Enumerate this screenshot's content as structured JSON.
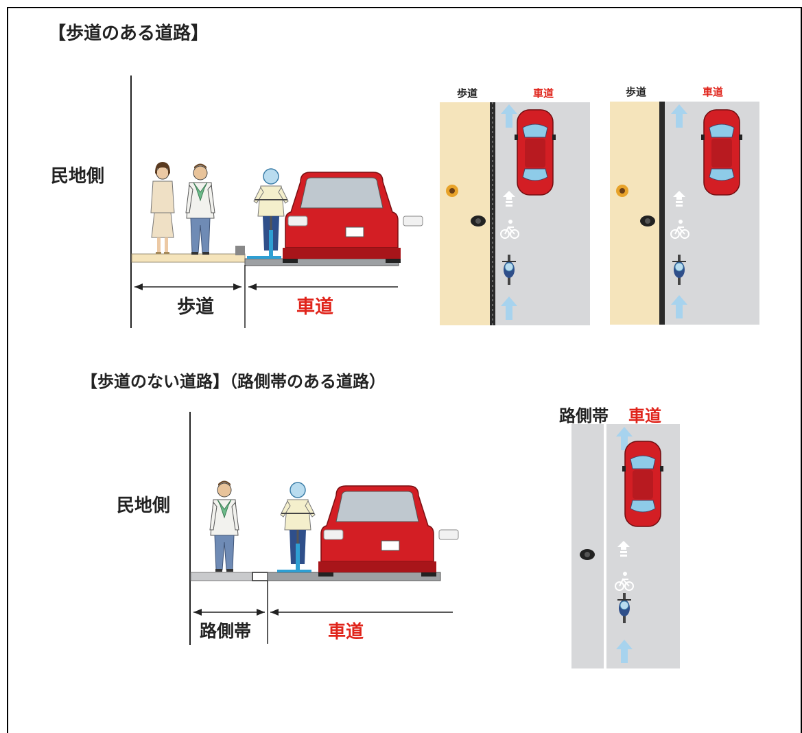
{
  "section1": {
    "title": "【歩道のある道路】",
    "side_label": "民地側",
    "dim_sidewalk": "歩道",
    "dim_roadway": "車道",
    "plan1": {
      "sidewalk": "歩道",
      "roadway": "車道"
    },
    "plan2": {
      "sidewalk": "歩道",
      "roadway": "車道"
    }
  },
  "section2": {
    "title": "【歩道のない道路】（路側帯のある道路）",
    "side_label": "民地側",
    "dim_shoulder": "路側帯",
    "dim_roadway": "車道",
    "plan": {
      "shoulder": "路側帯",
      "roadway": "車道"
    }
  },
  "colors": {
    "sidewalk": "#f5e4bb",
    "road": "#d7d8da",
    "car": "#d31e24",
    "arrow": "#a7d3ee",
    "label_red": "#e0241b"
  }
}
